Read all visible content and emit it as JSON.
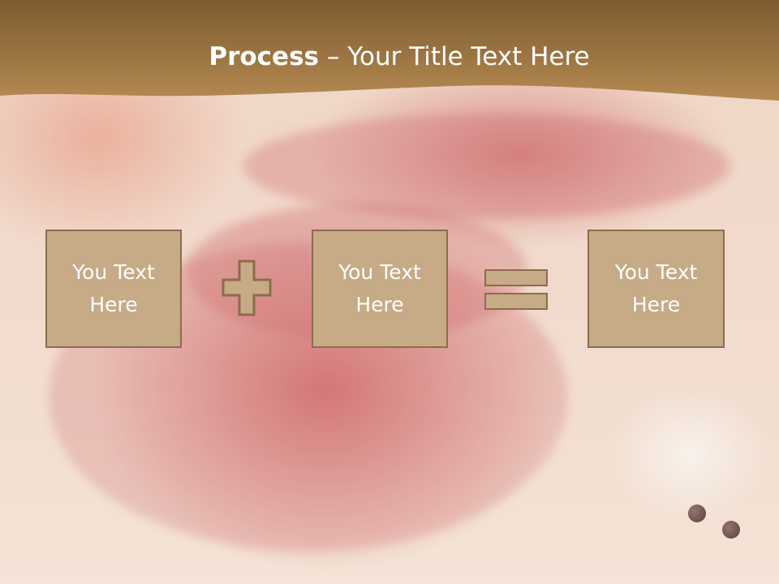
{
  "title": {
    "bold_part": "Process",
    "separator": " – ",
    "rest": "Your Title Text Here"
  },
  "boxes": [
    {
      "text": "You Text\nHere"
    },
    {
      "text": "You Text\nHere"
    },
    {
      "text": "You Text\nHere"
    }
  ],
  "operators": [
    "plus-icon",
    "equals-icon"
  ],
  "colors": {
    "banner_top": "#7d5a30",
    "banner_bottom": "#b58a52",
    "box_fill": "#c7aa86",
    "box_border": "#8b6c4e",
    "text": "#ffffff"
  }
}
